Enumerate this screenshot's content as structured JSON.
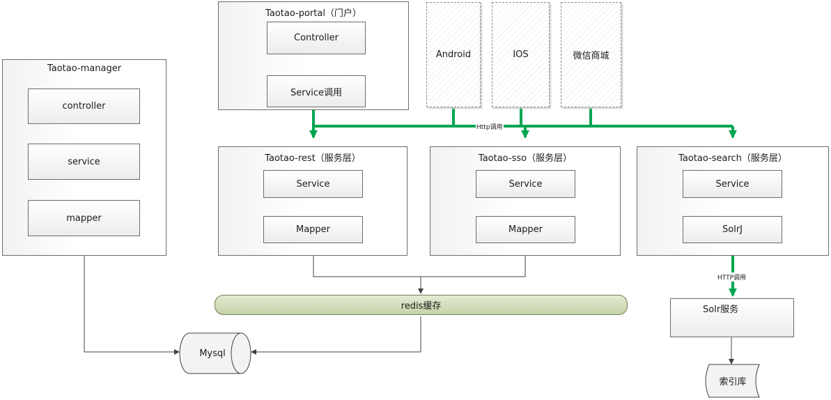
{
  "manager": {
    "title": "Taotao-manager",
    "controller": "controller",
    "service": "service",
    "mapper": "mapper"
  },
  "portal": {
    "title": "Taotao-portal（门户）",
    "controller": "Controller",
    "service": "Service调用"
  },
  "clients": {
    "android": "Android",
    "ios": "IOS",
    "wechat": "微信商城"
  },
  "http_label": "Http调用",
  "rest": {
    "title": "Taotao-rest（服务层）",
    "service": "Service",
    "mapper": "Mapper"
  },
  "sso": {
    "title": "Taotao-sso（服务层）",
    "service": "Service",
    "mapper": "Mapper"
  },
  "search": {
    "title": "Taotao-search（服务层）",
    "service": "Service",
    "solrj": "SolrJ"
  },
  "redis": "redis缓存",
  "mysql": "Mysql",
  "http_label_2": "HTTP调用",
  "solr_service": "Solr服务",
  "index_store": "索引库",
  "colors": {
    "http_line": "#00a651",
    "connector": "#404040",
    "redis_fill": "#d3ddb9"
  }
}
